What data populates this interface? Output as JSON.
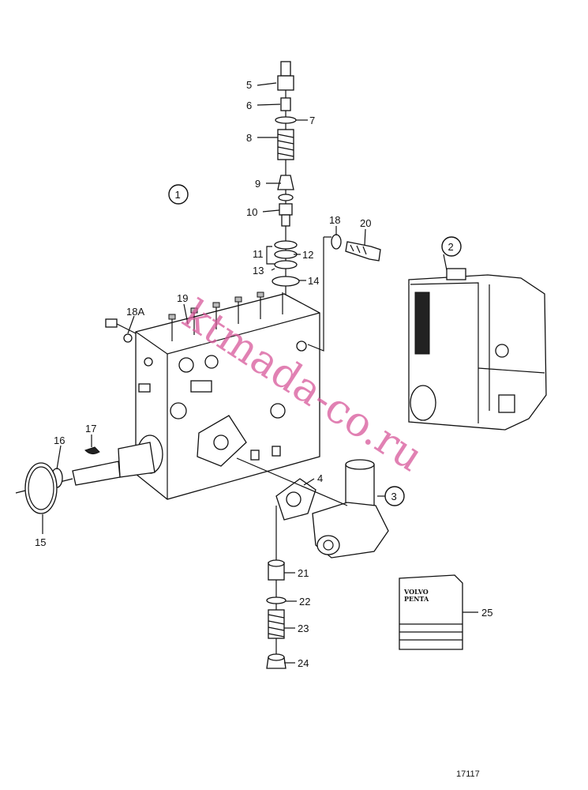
{
  "labels": {
    "l1": "1",
    "l2": "2",
    "l3": "3",
    "l4": "4",
    "l5": "5",
    "l6": "6",
    "l7": "7",
    "l8": "8",
    "l9": "9",
    "l10": "10",
    "l11": "11",
    "l12": "12",
    "l13": "13",
    "l14": "14",
    "l15": "15",
    "l16": "16",
    "l17": "17",
    "l18": "18",
    "l18a": "18A",
    "l19": "19",
    "l20": "20",
    "l21": "21",
    "l22": "22",
    "l23": "23",
    "l24": "24",
    "l25": "25"
  },
  "book": {
    "line1": "VOLVO",
    "line2": "PENTA"
  },
  "watermark": "ktmada-co.ru",
  "figure_number": "17117",
  "colors": {
    "ink": "#111111",
    "watermark": "#d8589a",
    "background": "#ffffff"
  }
}
